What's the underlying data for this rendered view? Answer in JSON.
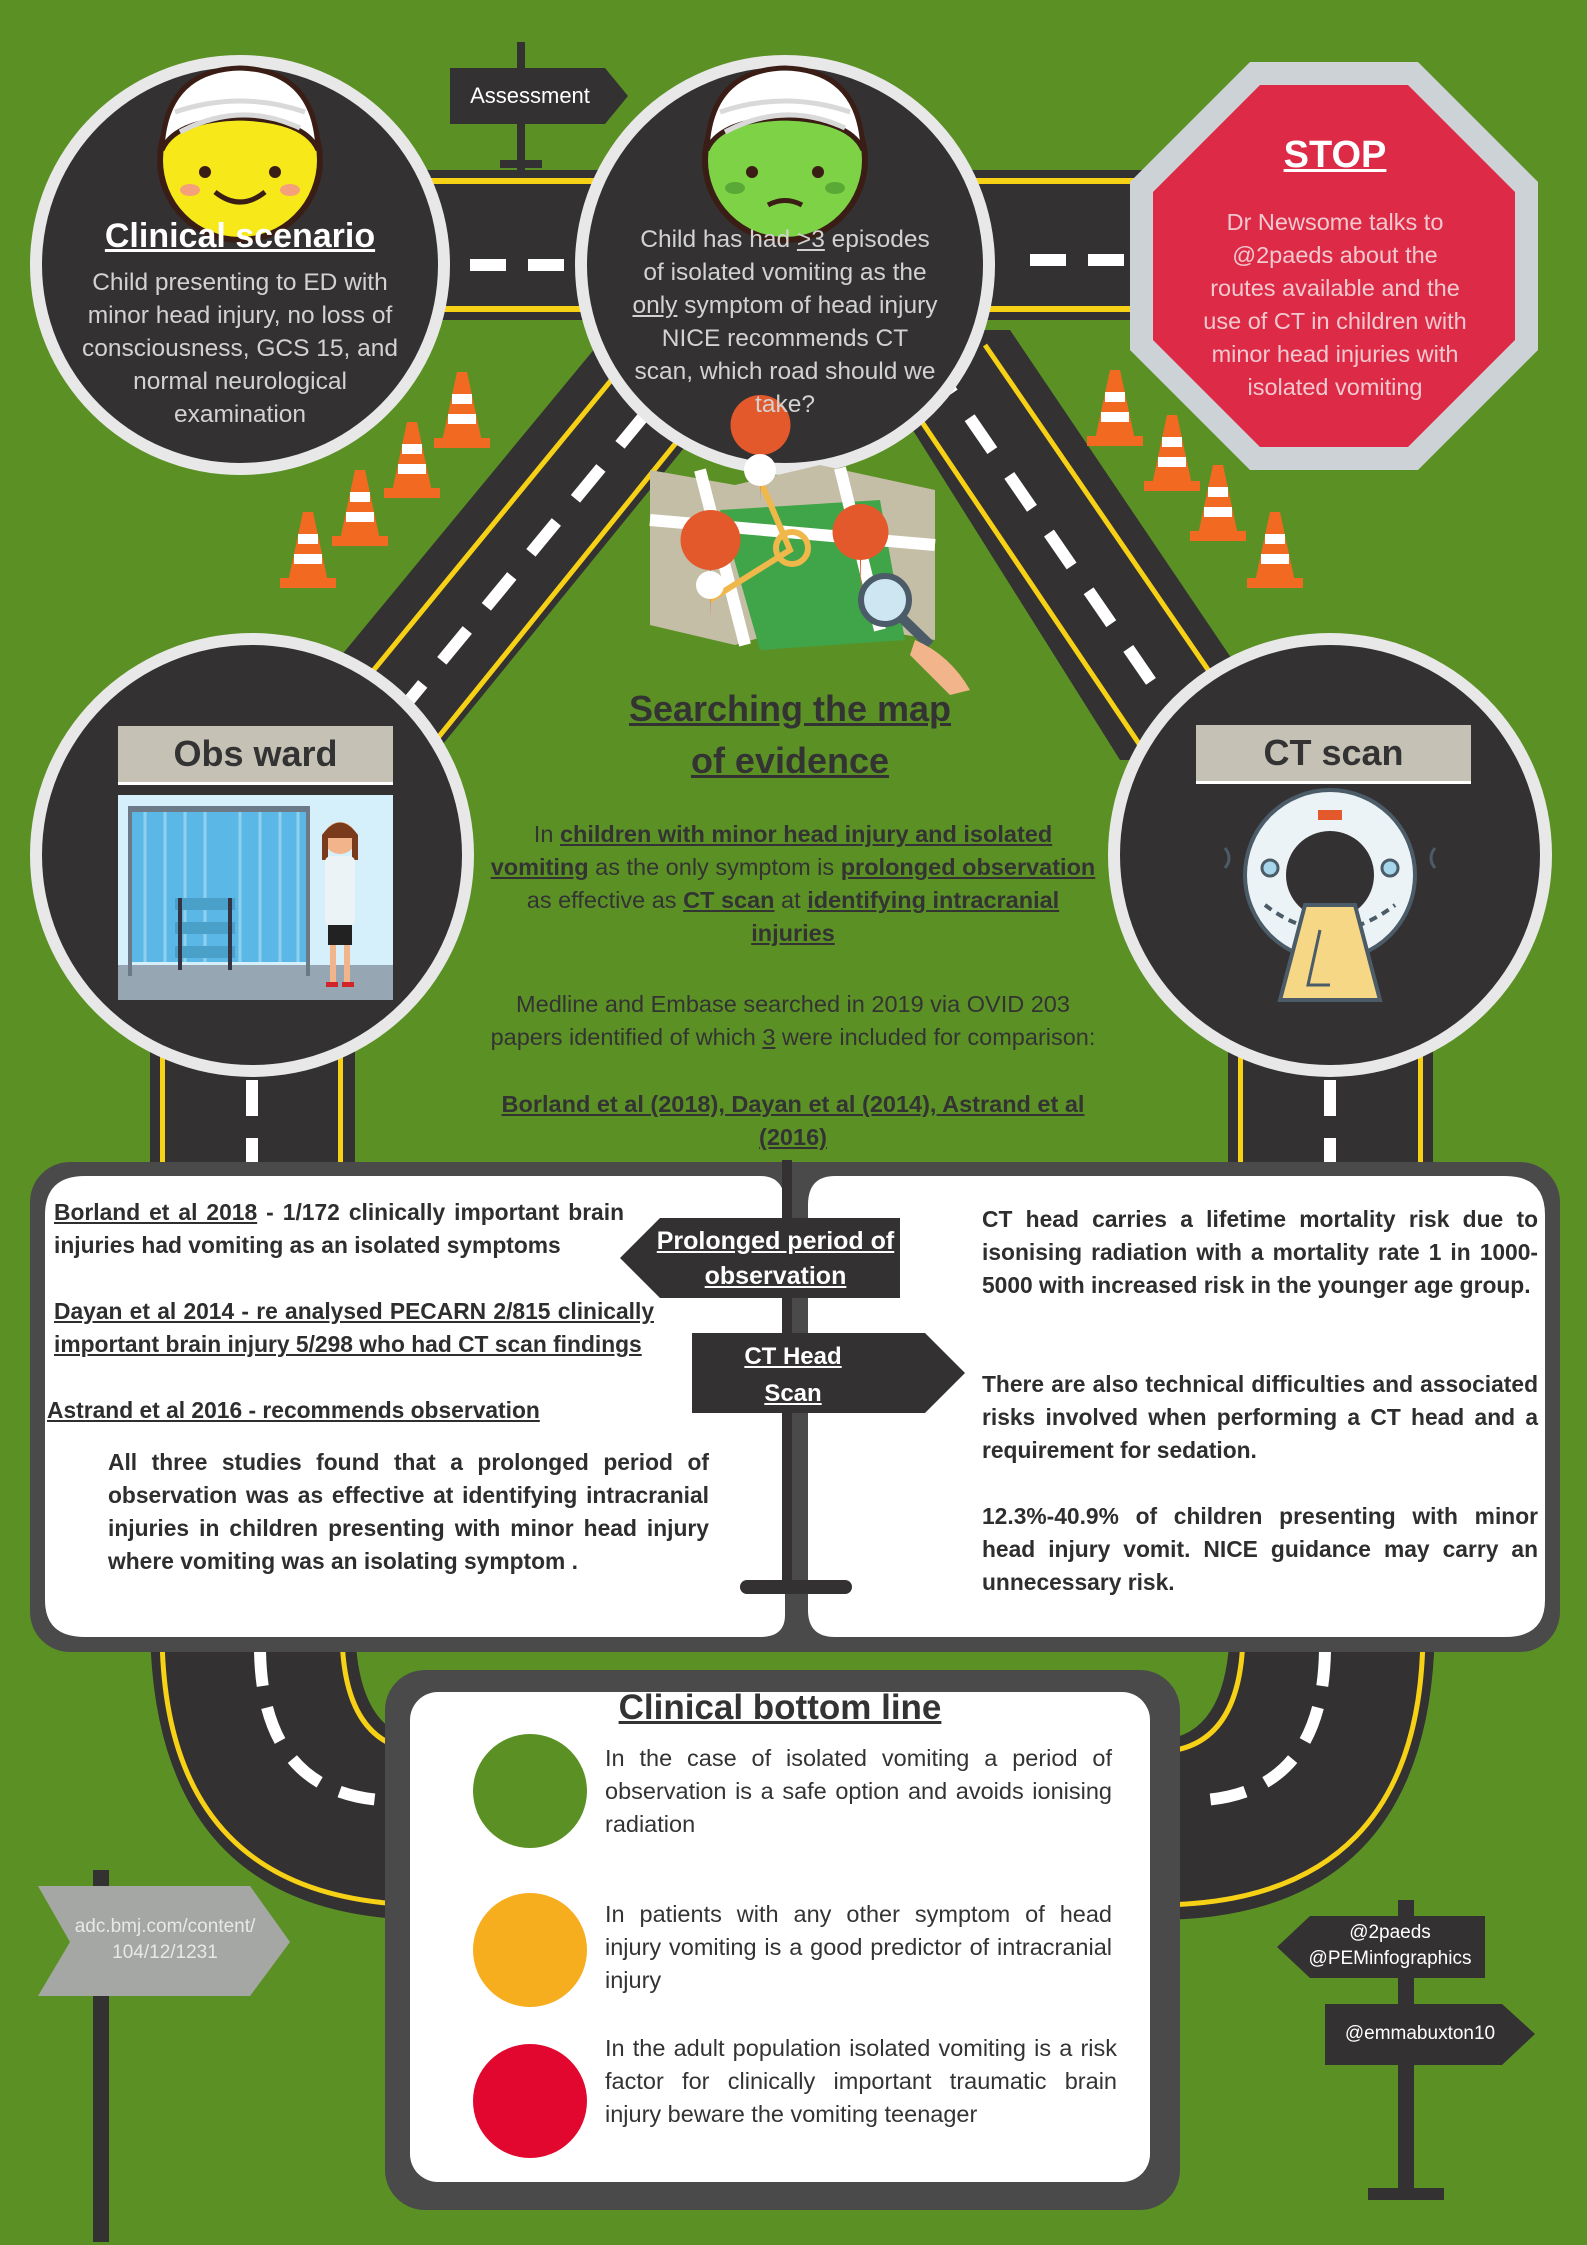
{
  "signs": {
    "assessment": "Assessment",
    "prolonged": "Prolonged period of observation",
    "ct_head": "CT Head Scan",
    "reference": "adc.bmj.com/content/104/12/1231",
    "handles": "@2paeds @PEMinfographics",
    "author": "@emmabuxton10"
  },
  "scenario": {
    "title": "Clinical scenario",
    "text": "Child presenting to ED with minor head injury, no loss of consciousness, GCS 15, and normal neurological examination"
  },
  "question": {
    "p1": "Child has had ",
    "gt3": ">3",
    "p2": " episodes of isolated vomiting as the ",
    "only": "only",
    "p3": " symptom of head injury NICE recommends CT scan, which road should we take?"
  },
  "stop": {
    "title": "STOP",
    "text": "Dr Newsome  talks to @2paeds about the routes available and the use of CT in children with minor head injuries with isolated vomiting"
  },
  "obs_ward": {
    "label": "Obs ward"
  },
  "ct_scan": {
    "label": "CT scan"
  },
  "evidence": {
    "title_line1": "Searching the map",
    "title_line2": "of evidence",
    "q": {
      "t1": "In ",
      "t2": "children with minor head injury and isolated vomiting",
      "t3": " as the only symptom is ",
      "t4": "prolonged observation",
      "t5": " as effective as ",
      "t6": "CT scan",
      "t7": " at ",
      "t8": "identifying intracranial injuries "
    },
    "search": {
      "s1": "Medline and Embase searched in 2019 via OVID 203 papers identified of which ",
      "s2": "3",
      "s3": " were included for comparison:"
    },
    "refs": "Borland et al (2018), Dayan et al (2014), Astrand et al (2016)"
  },
  "left_panel": {
    "borland_ref": "Borland et al 2018",
    "borland_text": " - 1/172 clinically important brain injuries had vomiting as an isolated symptoms",
    "dayan": "Dayan et al 2014 - re analysed PECARN 2/815 clinically important brain injury 5/298 who had CT scan findings",
    "astrand": "Astrand et al 2016 - recommends observation",
    "summary": "All three studies found that a prolonged period of observation was as effective at identifying intracranial injuries in children presenting with minor head injury where vomiting was an isolating symptom ."
  },
  "right_panel": {
    "p1": "CT head carries a lifetime mortality risk due to isonising radiation with a mortality rate 1 in 1000-5000 with increased risk in the younger age group.",
    "p2": "There are also technical difficulties and associated risks involved when performing a CT head and a requirement for sedation.",
    "p3": "12.3%-40.9% of children presenting with minor head injury vomit. NICE guidance may carry an unnecessary risk."
  },
  "bottom_line": {
    "title": "Clinical bottom line",
    "items": [
      {
        "color": "#5b9124",
        "text": "In the case of isolated vomiting a period of observation is a safe option and avoids ionising radiation"
      },
      {
        "color": "#f6ae1f",
        "text": "In patients with any other symptom of head injury vomiting is a good predictor of intracranial injury"
      },
      {
        "color": "#e2072f",
        "text": "In the adult population isolated vomiting is a risk factor for clinically important traumatic brain injury beware the vomiting teenager"
      }
    ]
  },
  "colors": {
    "grass": "#5b9124",
    "road": "#333132",
    "stop_red": "#dd2a47",
    "road_line": "#f7d116"
  }
}
